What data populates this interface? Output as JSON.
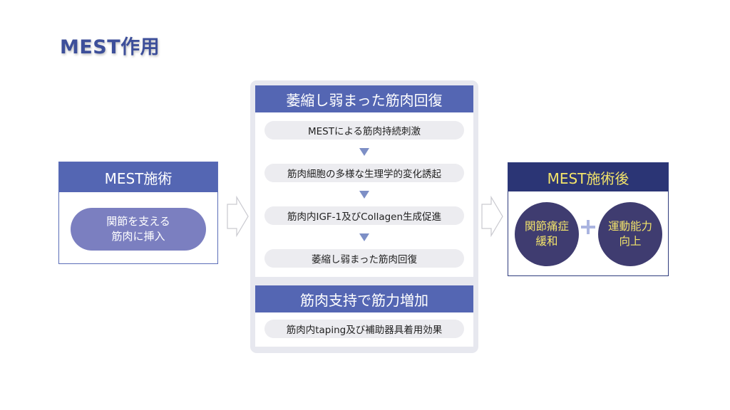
{
  "title": "MEST作用",
  "left": {
    "heading": "MEST施術",
    "pill_lines": [
      "関節を支える",
      "筋肉に挿入"
    ]
  },
  "middle": {
    "section1": {
      "heading": "萎縮し弱まった筋肉回復",
      "steps": [
        "MESTによる筋肉持続刺激",
        "筋肉細胞の多様な生理学的変化誘起",
        "筋肉内IGF-1及びCollagen生成促進",
        "萎縮し弱まった筋肉回復"
      ]
    },
    "section2": {
      "heading": "筋肉支持で筋力増加",
      "steps": [
        "筋肉内taping及び補助器具着用効果"
      ]
    }
  },
  "right": {
    "heading": "MEST施術後",
    "circle1_lines": [
      "関節痛症",
      "緩和"
    ],
    "circle2_lines": [
      "運動能力",
      "向上"
    ]
  },
  "colors": {
    "title": "#3d4f9a",
    "header_blue": "#5466b3",
    "pill": "#7b7fc0",
    "panel_bg": "#e7e8ef",
    "dark_navy": "#2b3575",
    "circle": "#3f3c70",
    "accent_yellow": "#f3e46a"
  }
}
